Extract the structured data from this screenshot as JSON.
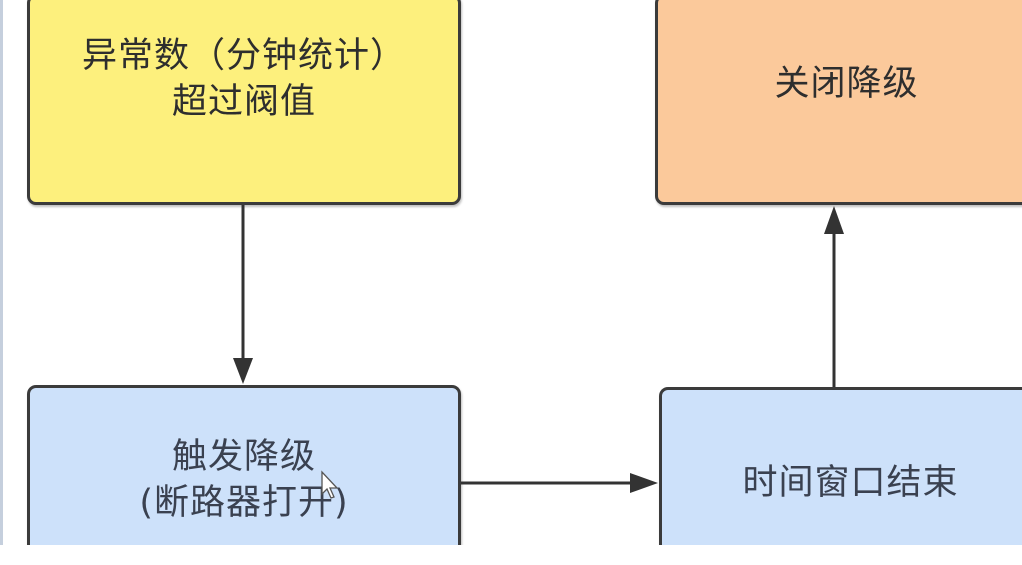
{
  "diagram": {
    "title": "熔断降级流程",
    "nodes": [
      {
        "id": "threshold",
        "label": "异常数（分钟统计）\n超过阀值",
        "color": "#fdf07d"
      },
      {
        "id": "close",
        "label": "关闭降级",
        "color": "#fbc99b"
      },
      {
        "id": "trigger",
        "label": "触发降级\n(断路器打开)",
        "color": "#cde1fa"
      },
      {
        "id": "window",
        "label": "时间窗口结束",
        "color": "#cde1fa"
      }
    ],
    "edges": [
      {
        "from": "threshold",
        "to": "trigger",
        "direction": "down"
      },
      {
        "from": "trigger",
        "to": "window",
        "direction": "right"
      },
      {
        "from": "window",
        "to": "close",
        "direction": "up"
      }
    ],
    "edge_color": "#333333",
    "cursor": "mouse-pointer-icon"
  }
}
